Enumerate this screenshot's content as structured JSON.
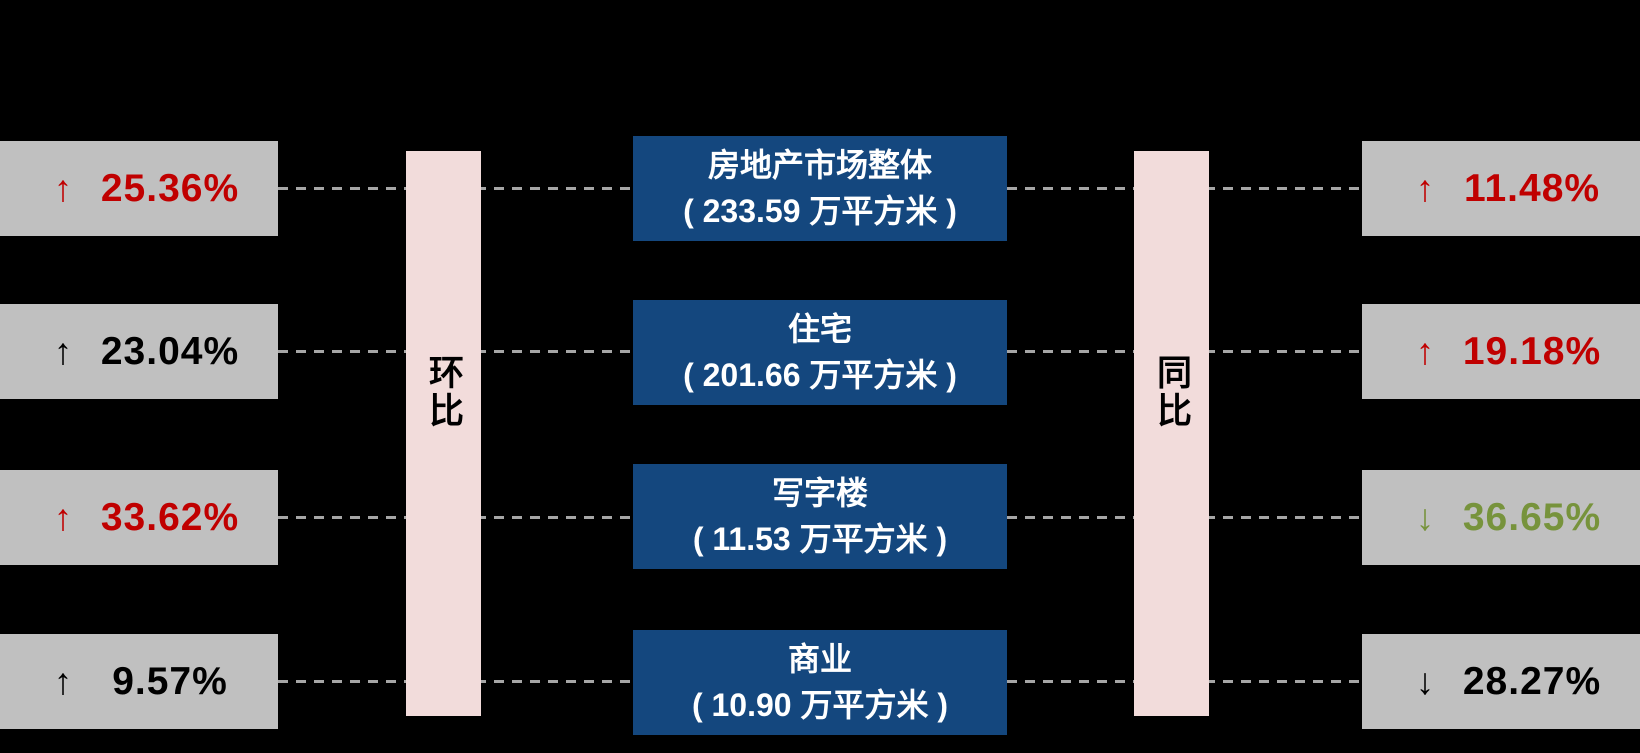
{
  "diagram": {
    "background_color": "#000000",
    "gray_box_color": "#C0C0C0",
    "blue_box_color": "#14477E",
    "pink_bar_color": "#F2DCDB",
    "dash_color": "#A6A6A6",
    "left": {
      "label": "环比",
      "boxes": [
        {
          "arrow": "↑",
          "value": "25.36%",
          "color": "#C00000"
        },
        {
          "arrow": "↑",
          "value": "23.04%",
          "color": "#000000"
        },
        {
          "arrow": "↑",
          "value": "33.62%",
          "color": "#C00000"
        },
        {
          "arrow": "↑",
          "value": "9.57%",
          "color": "#000000"
        }
      ]
    },
    "center": {
      "boxes": [
        {
          "title": "房地产市场整体",
          "subtitle": "( 233.59 万平方米 )"
        },
        {
          "title": "住宅",
          "subtitle": "( 201.66 万平方米 )"
        },
        {
          "title": "写字楼",
          "subtitle": "( 11.53 万平方米 )"
        },
        {
          "title": "商业",
          "subtitle": "( 10.90 万平方米 )"
        }
      ]
    },
    "right": {
      "label": "同比",
      "boxes": [
        {
          "arrow": "↑",
          "value": "11.48%",
          "color": "#C00000"
        },
        {
          "arrow": "↑",
          "value": "19.18%",
          "color": "#C00000"
        },
        {
          "arrow": "↓",
          "value": "36.65%",
          "color": "#77933C"
        },
        {
          "arrow": "↓",
          "value": "28.27%",
          "color": "#000000"
        }
      ]
    }
  },
  "chart_data": {
    "type": "table",
    "categories": [
      "房地产市场整体",
      "住宅",
      "写字楼",
      "商业"
    ],
    "area_wan_sqm": [
      233.59,
      201.66,
      11.53,
      10.9
    ],
    "series": [
      {
        "name": "环比",
        "values": [
          25.36,
          23.04,
          33.62,
          9.57
        ],
        "directions": [
          "up",
          "up",
          "up",
          "up"
        ]
      },
      {
        "name": "同比",
        "values": [
          11.48,
          19.18,
          -36.65,
          -28.27
        ],
        "directions": [
          "up",
          "up",
          "down",
          "down"
        ]
      }
    ]
  }
}
